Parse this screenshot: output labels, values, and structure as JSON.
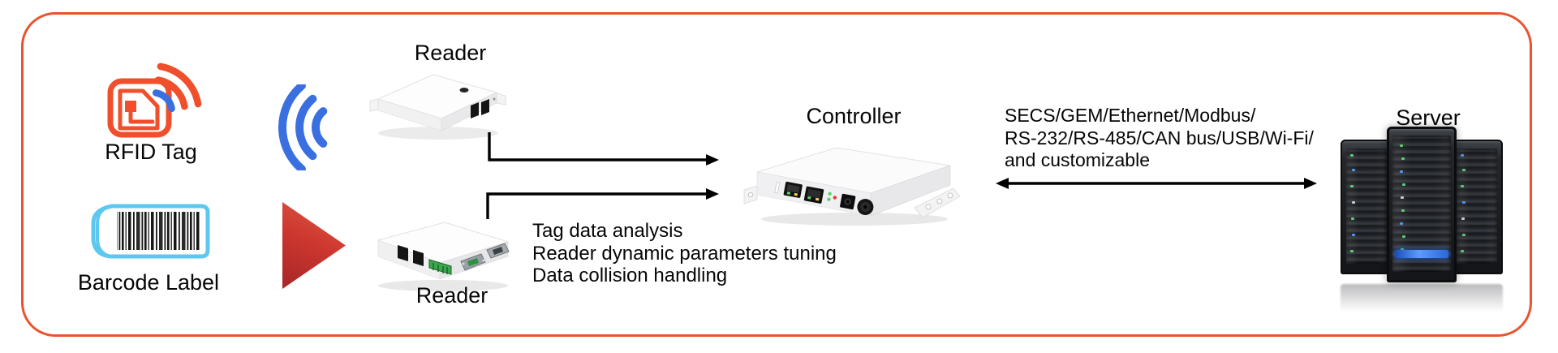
{
  "diagram": {
    "nodes": {
      "rfid_tag": {
        "label": "RFID Tag"
      },
      "barcode_label": {
        "label": "Barcode Label"
      },
      "reader_top": {
        "label": "Reader"
      },
      "reader_bottom": {
        "label": "Reader"
      },
      "controller": {
        "label": "Controller"
      },
      "server": {
        "label": "Server"
      }
    },
    "annotations": {
      "controller_functions": [
        "Tag data analysis",
        "Reader dynamic parameters tuning",
        "Data collision handling"
      ],
      "protocols": [
        "SECS/GEM/Ethernet/Modbus/",
        "RS-232/RS-485/CAN bus/USB/Wi-Fi/",
        "and customizable"
      ]
    },
    "icons": {
      "rfid_tag": "rfid-tag-icon",
      "wireless": "wireless-waves-icon",
      "barcode": "barcode-label-icon",
      "flow_arrow": "red-triangle-arrow-icon",
      "reader": "reader-device-image",
      "controller": "controller-device-image",
      "server": "server-towers-image"
    },
    "colors": {
      "frame_border": "#e85430",
      "rfid_orange": "#f04f2b",
      "wireless_blue": "#3a6fe0",
      "barcode_cyan": "#5cc8f0",
      "triangle_red_dark": "#a62628",
      "triangle_red_light": "#dd5a45",
      "connector_black": "#000000"
    }
  }
}
